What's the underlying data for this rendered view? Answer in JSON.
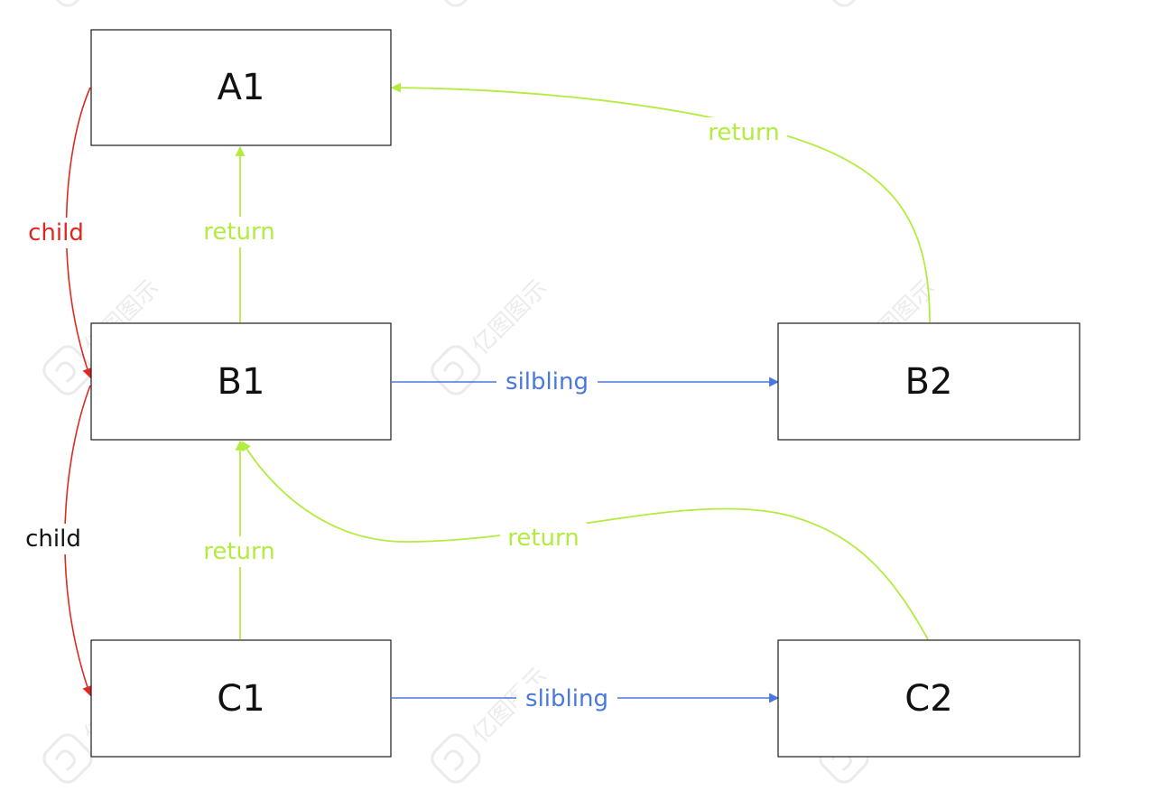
{
  "colors": {
    "return": "#b2ec3f",
    "sibling": "#4a78dc",
    "child": "#dc2a20",
    "child_label_lower": "#111111"
  },
  "nodes": {
    "A1": "A1",
    "B1": "B1",
    "B2": "B2",
    "C1": "C1",
    "C2": "C2"
  },
  "edges": {
    "b1_a1": "return",
    "b2_a1": "return",
    "c1_b1": "return",
    "c2_b1": "return",
    "b1_b2": "silbling",
    "c1_c2": "slibling",
    "a1_b1": "child",
    "b1_c1": "child"
  },
  "watermark": {
    "text": "亿图图示",
    "icon": "edraw-logo-icon"
  }
}
